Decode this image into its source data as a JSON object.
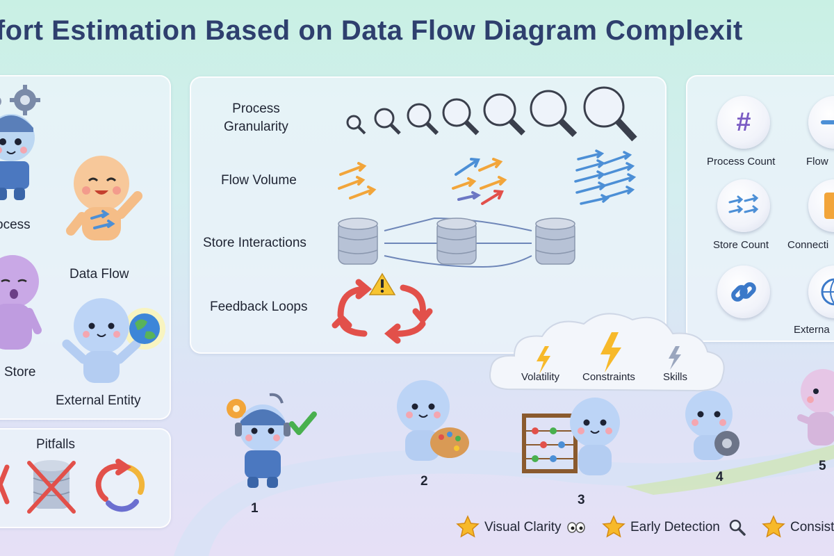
{
  "title": "ffort Estimation Based on Data Flow Diagram Complexit",
  "left_panel": {
    "process_label": "ocess",
    "data_flow_label": "Data Flow",
    "store_label": "Store",
    "external_entity_label": "External Entity"
  },
  "pitfalls": {
    "title": "Pitfalls"
  },
  "factors": {
    "process_granularity": "Process\nGranularity",
    "flow_volume": "Flow Volume",
    "store_interactions": "Store Interactions",
    "feedback_loops": "Feedback Loops"
  },
  "metrics": {
    "process_count": "Process Count",
    "flow": "Flow",
    "store_count": "Store Count",
    "connections": "Connecti",
    "external": "Externa"
  },
  "cloud": {
    "volatility": "Volatility",
    "constraints": "Constraints",
    "skills": "Skills"
  },
  "steps": [
    "1",
    "2",
    "3",
    "4",
    "5"
  ],
  "benefits": {
    "visual_clarity": "Visual Clarity",
    "early_detection": "Early Detection",
    "consistency": "Consist"
  },
  "colors": {
    "title": "#2e3f6e",
    "accent_orange": "#f2a53a",
    "accent_blue": "#4c8fd6",
    "accent_red": "#e2504a",
    "warning_yellow": "#f7c531"
  }
}
